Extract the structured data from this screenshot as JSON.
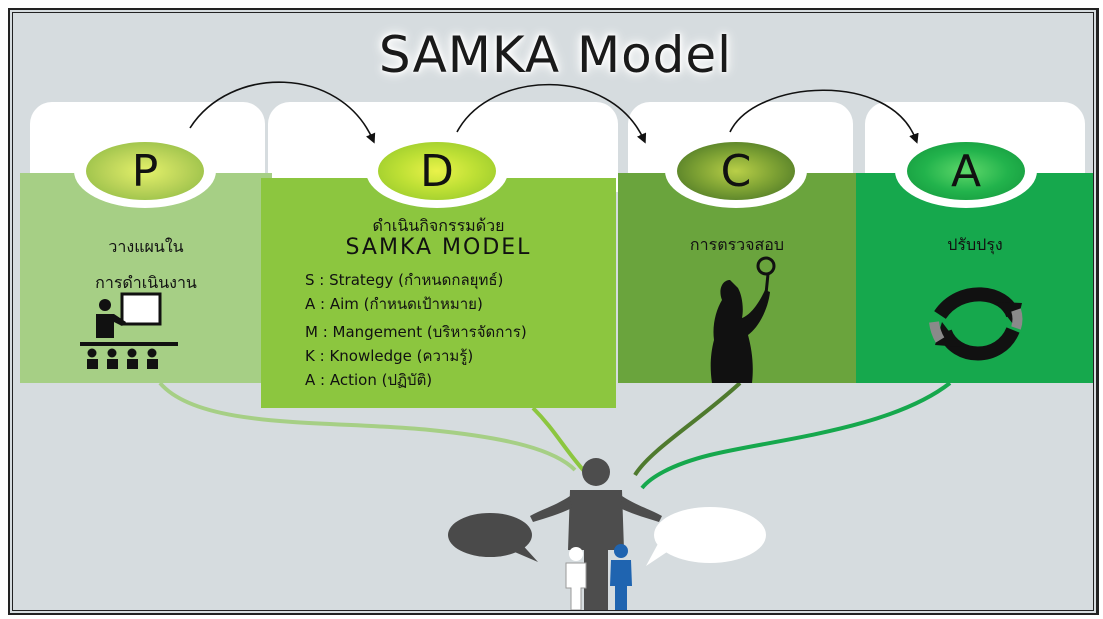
{
  "title": "SAMKA Model",
  "phases": [
    {
      "letter": "P",
      "text_lines": [
        "วางแผนใน",
        "การดำเนินงาน"
      ],
      "color": "#a6cf85"
    },
    {
      "letter": "D",
      "text_lines": [
        "ดำเนินกิจกรรมด้วย"
      ],
      "subtitle": "SAMKA MODEL",
      "color": "#8cc63f"
    },
    {
      "letter": "C",
      "text_lines": [
        "การตรวจสอบ"
      ],
      "color": "#6aa43d"
    },
    {
      "letter": "A",
      "text_lines": [
        "ปรับปรุง"
      ],
      "color": "#16a84d"
    }
  ],
  "samka_items": [
    {
      "key": "S",
      "text": "Strategy (กำหนดกลยุทธ์)"
    },
    {
      "key": "A",
      "text": "Aim (กำหนดเป้าหมาย)"
    },
    {
      "key": "M",
      "text": "Mangement (บริหารจัดการ)"
    },
    {
      "key": "K",
      "text": "Knowledge (ความรู้)"
    },
    {
      "key": "A",
      "text": "Action (ปฏิบัติ)"
    }
  ],
  "colors": {
    "background": "#d6dcdf",
    "connector_light": "#a6cf85",
    "connector_mid": "#8cc63f",
    "connector_dark": "#4f7a2e",
    "connector_green": "#16a84d"
  },
  "icons": [
    "teacher-audience-icon",
    "magnifier-silhouette-icon",
    "recycle-arrows-icon",
    "team-leader-people-icon",
    "speech-bubble-icon"
  ]
}
